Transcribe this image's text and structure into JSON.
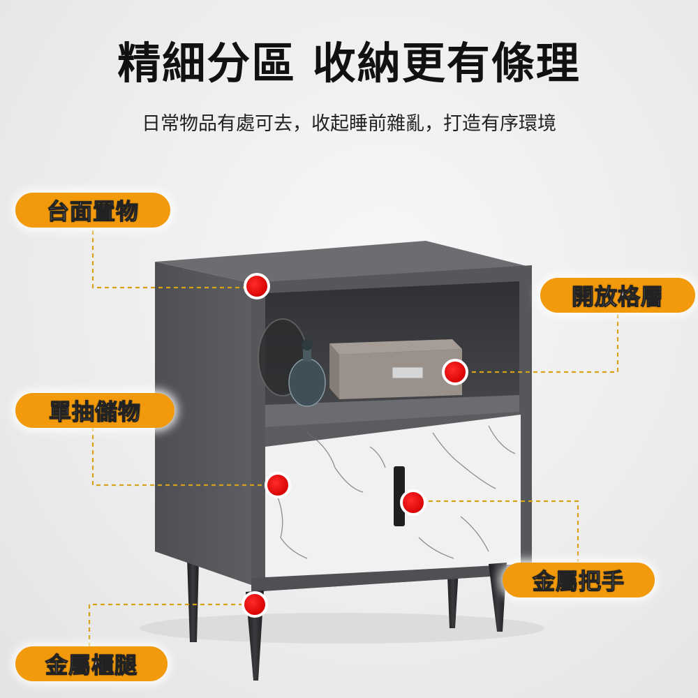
{
  "header": {
    "title": "精細分區 收納更有條理",
    "subtitle": "日常物品有處可去，收起睡前雜亂，打造有序環境"
  },
  "callouts": {
    "top_surface": "台面置物",
    "open_shelf": "開放格層",
    "single_drawer": "單抽儲物",
    "metal_handle": "金屬把手",
    "metal_legs": "金屬櫃腿"
  },
  "colors": {
    "label_bg": "#f29a0c",
    "marker": "#e00000",
    "cabinet_body": "#5b5d61",
    "drawer_front": "#f1f1f1",
    "guide_line": "#d5a21a"
  }
}
